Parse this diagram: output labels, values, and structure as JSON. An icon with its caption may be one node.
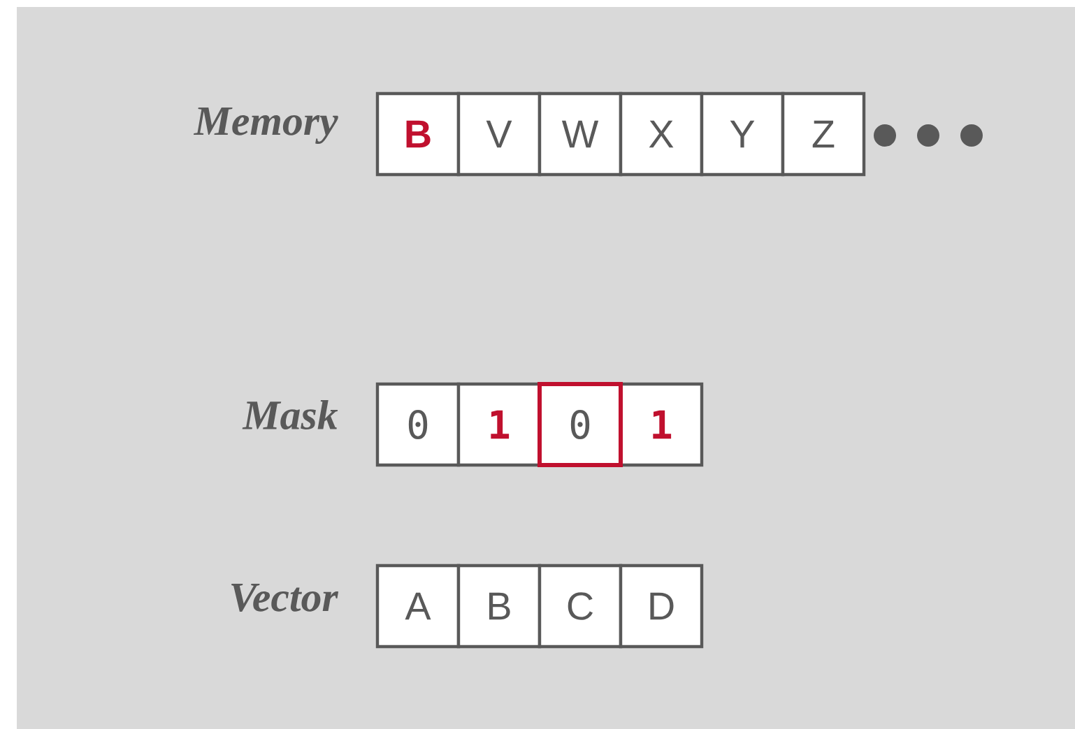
{
  "diagram": {
    "nodes": [
      {
        "text": [
          "B"
        ]
      },
      {
        "text": [
          "V"
        ]
      },
      {
        "text": [
          "W"
        ]
      },
      {
        "text": [
          "X"
        ]
      },
      {
        "text": [
          "Y"
        ]
      },
      {
        "text": [
          "Z"
        ]
      },
      {
        "text": [
          "0"
        ]
      },
      {
        "text": [
          "1"
        ]
      },
      {
        "text": [
          "0"
        ]
      },
      {
        "text": [
          "1"
        ]
      },
      {
        "text": [
          "A"
        ]
      },
      {
        "text": [
          "B"
        ]
      },
      {
        "text": [
          "C"
        ]
      },
      {
        "text": [
          "D"
        ]
      }
    ],
    "labels": [
      "Memory",
      "Mask",
      "Vector"
    ]
  }
}
